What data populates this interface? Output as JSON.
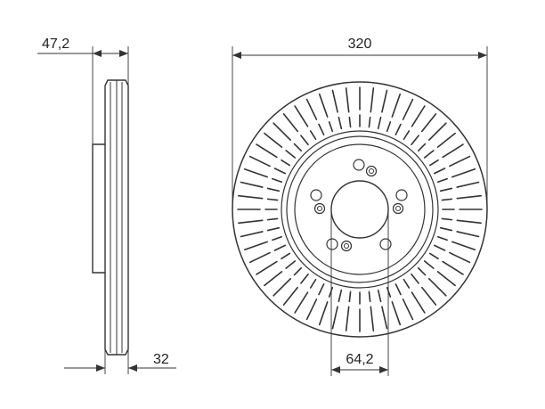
{
  "dimensions": {
    "hub_height": "47,2",
    "outer_diameter": "320",
    "thickness": "32",
    "center_bore": "64,2"
  },
  "disc": {
    "vent_slot_count": 56
  },
  "colors": {
    "line": "#333333",
    "background": "#ffffff"
  }
}
